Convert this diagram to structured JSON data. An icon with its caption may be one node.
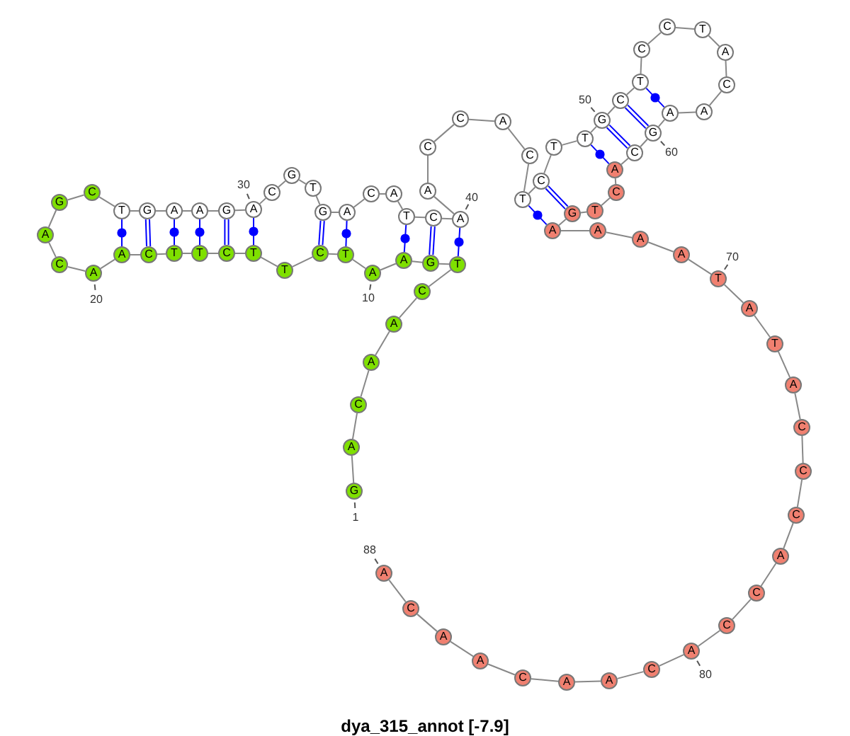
{
  "diagram": {
    "caption": "dya_315_annot [-7.9]",
    "nodes": [
      {
        "text": [
          "G"
        ],
        "beside": [
          "1"
        ]
      },
      {
        "text": [
          "A"
        ]
      },
      {
        "text": [
          "C"
        ]
      },
      {
        "text": [
          "A"
        ]
      },
      {
        "text": [
          "A"
        ]
      },
      {
        "text": [
          "C"
        ]
      },
      {
        "text": [
          "T"
        ]
      },
      {
        "text": [
          "G"
        ]
      },
      {
        "text": [
          "A"
        ]
      },
      {
        "text": [
          "A"
        ],
        "beside": [
          "10"
        ]
      },
      {
        "text": [
          "T"
        ]
      },
      {
        "text": [
          "C"
        ]
      },
      {
        "text": [
          "T"
        ]
      },
      {
        "text": [
          "T"
        ]
      },
      {
        "text": [
          "C"
        ]
      },
      {
        "text": [
          "T"
        ]
      },
      {
        "text": [
          "T"
        ]
      },
      {
        "text": [
          "C"
        ]
      },
      {
        "text": [
          "A"
        ]
      },
      {
        "text": [
          "A"
        ],
        "beside": [
          "20"
        ]
      },
      {
        "text": [
          "C"
        ]
      },
      {
        "text": [
          "A"
        ]
      },
      {
        "text": [
          "G"
        ]
      },
      {
        "text": [
          "C"
        ]
      },
      {
        "text": [
          "T"
        ]
      },
      {
        "text": [
          "G"
        ]
      },
      {
        "text": [
          "A"
        ]
      },
      {
        "text": [
          "A"
        ]
      },
      {
        "text": [
          "G"
        ]
      },
      {
        "text": [
          "A"
        ],
        "beside": [
          "30"
        ]
      },
      {
        "text": [
          "C"
        ]
      },
      {
        "text": [
          "G"
        ]
      },
      {
        "text": [
          "T"
        ]
      },
      {
        "text": [
          "G"
        ]
      },
      {
        "text": [
          "A"
        ]
      },
      {
        "text": [
          "C"
        ]
      },
      {
        "text": [
          "A"
        ]
      },
      {
        "text": [
          "T"
        ]
      },
      {
        "text": [
          "C"
        ]
      },
      {
        "text": [
          "A"
        ],
        "beside": [
          "40"
        ]
      },
      {
        "text": [
          "A"
        ]
      },
      {
        "text": [
          "C"
        ]
      },
      {
        "text": [
          "C"
        ]
      },
      {
        "text": [
          "A"
        ]
      },
      {
        "text": [
          "C"
        ]
      },
      {
        "text": [
          "T"
        ]
      },
      {
        "text": [
          "C"
        ]
      },
      {
        "text": [
          "T"
        ]
      },
      {
        "text": [
          "T"
        ]
      },
      {
        "text": [
          "G"
        ],
        "beside": [
          "50"
        ]
      },
      {
        "text": [
          "C"
        ]
      },
      {
        "text": [
          "T"
        ]
      },
      {
        "text": [
          "C"
        ]
      },
      {
        "text": [
          "C"
        ]
      },
      {
        "text": [
          "T"
        ]
      },
      {
        "text": [
          "A"
        ]
      },
      {
        "text": [
          "C"
        ]
      },
      {
        "text": [
          "A"
        ]
      },
      {
        "text": [
          "A"
        ]
      },
      {
        "text": [
          "G"
        ],
        "beside": [
          "60"
        ]
      },
      {
        "text": [
          "C"
        ]
      },
      {
        "text": [
          "A"
        ]
      },
      {
        "text": [
          "C"
        ]
      },
      {
        "text": [
          "T"
        ]
      },
      {
        "text": [
          "G"
        ]
      },
      {
        "text": [
          "A"
        ]
      },
      {
        "text": [
          "A"
        ]
      },
      {
        "text": [
          "A"
        ]
      },
      {
        "text": [
          "A"
        ]
      },
      {
        "text": [
          "T"
        ],
        "beside": [
          "70"
        ]
      },
      {
        "text": [
          "A"
        ]
      },
      {
        "text": [
          "T"
        ]
      },
      {
        "text": [
          "A"
        ]
      },
      {
        "text": [
          "C"
        ]
      },
      {
        "text": [
          "C"
        ]
      },
      {
        "text": [
          "C"
        ]
      },
      {
        "text": [
          "A"
        ]
      },
      {
        "text": [
          "C"
        ]
      },
      {
        "text": [
          "C"
        ]
      },
      {
        "text": [
          "A"
        ],
        "beside": [
          "80"
        ]
      },
      {
        "text": [
          "C"
        ]
      },
      {
        "text": [
          "A"
        ]
      },
      {
        "text": [
          "A"
        ]
      },
      {
        "text": [
          "C"
        ]
      },
      {
        "text": [
          "A"
        ]
      },
      {
        "text": [
          "A"
        ]
      },
      {
        "text": [
          "C"
        ]
      },
      {
        "text": [
          "A"
        ],
        "beside": [
          "88"
        ]
      }
    ],
    "edges": [
      {
        "from": 0,
        "to": 1,
        "arrow": "none"
      },
      {
        "from": 1,
        "to": 2,
        "arrow": "none"
      },
      {
        "from": 2,
        "to": 3,
        "arrow": "none"
      },
      {
        "from": 3,
        "to": 4,
        "arrow": "none"
      },
      {
        "from": 4,
        "to": 5,
        "arrow": "none"
      },
      {
        "from": 5,
        "to": 6,
        "arrow": "none"
      },
      {
        "from": 6,
        "to": 7,
        "arrow": "none"
      },
      {
        "from": 7,
        "to": 8,
        "arrow": "none"
      },
      {
        "from": 8,
        "to": 9,
        "arrow": "none"
      },
      {
        "from": 9,
        "to": 10,
        "arrow": "none"
      },
      {
        "from": 10,
        "to": 11,
        "arrow": "none"
      },
      {
        "from": 11,
        "to": 12,
        "arrow": "none"
      },
      {
        "from": 12,
        "to": 13,
        "arrow": "none"
      },
      {
        "from": 13,
        "to": 14,
        "arrow": "none"
      },
      {
        "from": 14,
        "to": 15,
        "arrow": "none"
      },
      {
        "from": 15,
        "to": 16,
        "arrow": "none"
      },
      {
        "from": 16,
        "to": 17,
        "arrow": "none"
      },
      {
        "from": 17,
        "to": 18,
        "arrow": "none"
      },
      {
        "from": 18,
        "to": 19,
        "arrow": "none"
      },
      {
        "from": 19,
        "to": 20,
        "arrow": "none"
      },
      {
        "from": 20,
        "to": 21,
        "arrow": "none"
      },
      {
        "from": 21,
        "to": 22,
        "arrow": "none"
      },
      {
        "from": 22,
        "to": 23,
        "arrow": "none"
      },
      {
        "from": 23,
        "to": 24,
        "arrow": "none"
      },
      {
        "from": 24,
        "to": 25,
        "arrow": "none"
      },
      {
        "from": 25,
        "to": 26,
        "arrow": "none"
      },
      {
        "from": 26,
        "to": 27,
        "arrow": "none"
      },
      {
        "from": 27,
        "to": 28,
        "arrow": "none"
      },
      {
        "from": 28,
        "to": 29,
        "arrow": "none"
      },
      {
        "from": 29,
        "to": 30,
        "arrow": "none"
      },
      {
        "from": 30,
        "to": 31,
        "arrow": "none"
      },
      {
        "from": 31,
        "to": 32,
        "arrow": "none"
      },
      {
        "from": 32,
        "to": 33,
        "arrow": "none"
      },
      {
        "from": 33,
        "to": 34,
        "arrow": "none"
      },
      {
        "from": 34,
        "to": 35,
        "arrow": "none"
      },
      {
        "from": 35,
        "to": 36,
        "arrow": "none"
      },
      {
        "from": 36,
        "to": 37,
        "arrow": "none"
      },
      {
        "from": 37,
        "to": 38,
        "arrow": "none"
      },
      {
        "from": 38,
        "to": 39,
        "arrow": "none"
      },
      {
        "from": 39,
        "to": 40,
        "arrow": "none"
      },
      {
        "from": 40,
        "to": 41,
        "arrow": "none"
      },
      {
        "from": 41,
        "to": 42,
        "arrow": "none"
      },
      {
        "from": 42,
        "to": 43,
        "arrow": "none"
      },
      {
        "from": 43,
        "to": 44,
        "arrow": "none"
      },
      {
        "from": 44,
        "to": 45,
        "arrow": "none"
      },
      {
        "from": 45,
        "to": 46,
        "arrow": "none"
      },
      {
        "from": 46,
        "to": 47,
        "arrow": "none"
      },
      {
        "from": 47,
        "to": 48,
        "arrow": "none"
      },
      {
        "from": 48,
        "to": 49,
        "arrow": "none"
      },
      {
        "from": 49,
        "to": 50,
        "arrow": "none"
      },
      {
        "from": 50,
        "to": 51,
        "arrow": "none"
      },
      {
        "from": 51,
        "to": 52,
        "arrow": "none"
      },
      {
        "from": 52,
        "to": 53,
        "arrow": "none"
      },
      {
        "from": 53,
        "to": 54,
        "arrow": "none"
      },
      {
        "from": 54,
        "to": 55,
        "arrow": "none"
      },
      {
        "from": 55,
        "to": 56,
        "arrow": "none"
      },
      {
        "from": 56,
        "to": 57,
        "arrow": "none"
      },
      {
        "from": 57,
        "to": 58,
        "arrow": "none"
      },
      {
        "from": 58,
        "to": 59,
        "arrow": "none"
      },
      {
        "from": 59,
        "to": 60,
        "arrow": "none"
      },
      {
        "from": 60,
        "to": 61,
        "arrow": "none"
      },
      {
        "from": 61,
        "to": 62,
        "arrow": "none"
      },
      {
        "from": 62,
        "to": 63,
        "arrow": "none"
      },
      {
        "from": 63,
        "to": 64,
        "arrow": "none"
      },
      {
        "from": 64,
        "to": 65,
        "arrow": "none"
      },
      {
        "from": 65,
        "to": 66,
        "arrow": "none"
      },
      {
        "from": 66,
        "to": 67,
        "arrow": "none"
      },
      {
        "from": 67,
        "to": 68,
        "arrow": "none"
      },
      {
        "from": 68,
        "to": 69,
        "arrow": "none"
      },
      {
        "from": 69,
        "to": 70,
        "arrow": "none"
      },
      {
        "from": 70,
        "to": 71,
        "arrow": "none"
      },
      {
        "from": 71,
        "to": 72,
        "arrow": "none"
      },
      {
        "from": 72,
        "to": 73,
        "arrow": "none"
      },
      {
        "from": 73,
        "to": 74,
        "arrow": "none"
      },
      {
        "from": 74,
        "to": 75,
        "arrow": "none"
      },
      {
        "from": 75,
        "to": 76,
        "arrow": "none"
      },
      {
        "from": 76,
        "to": 77,
        "arrow": "none"
      },
      {
        "from": 77,
        "to": 78,
        "arrow": "none"
      },
      {
        "from": 78,
        "to": 79,
        "arrow": "none"
      },
      {
        "from": 79,
        "to": 80,
        "arrow": "none"
      },
      {
        "from": 80,
        "to": 81,
        "arrow": "none"
      },
      {
        "from": 81,
        "to": 82,
        "arrow": "none"
      },
      {
        "from": 82,
        "to": 83,
        "arrow": "none"
      },
      {
        "from": 83,
        "to": 84,
        "arrow": "none"
      },
      {
        "from": 84,
        "to": 85,
        "arrow": "none"
      },
      {
        "from": 85,
        "to": 86,
        "arrow": "none"
      },
      {
        "from": 86,
        "to": 87,
        "arrow": "none"
      },
      {
        "from": 18,
        "to": 24,
        "arrow": "none",
        "color": "#0000ff"
      },
      {
        "from": 17,
        "to": 25,
        "arrow": "none",
        "color": "#0000ff"
      },
      {
        "from": 16,
        "to": 26,
        "arrow": "none",
        "color": "#0000ff"
      },
      {
        "from": 15,
        "to": 27,
        "arrow": "none",
        "color": "#0000ff"
      },
      {
        "from": 14,
        "to": 28,
        "arrow": "none",
        "color": "#0000ff"
      },
      {
        "from": 13,
        "to": 29,
        "arrow": "none",
        "color": "#0000ff"
      },
      {
        "from": 11,
        "to": 33,
        "arrow": "none",
        "color": "#0000ff"
      },
      {
        "from": 10,
        "to": 34,
        "arrow": "none",
        "color": "#0000ff"
      },
      {
        "from": 8,
        "to": 37,
        "arrow": "none",
        "color": "#0000ff"
      },
      {
        "from": 7,
        "to": 38,
        "arrow": "none",
        "color": "#0000ff"
      },
      {
        "from": 6,
        "to": 39,
        "arrow": "none",
        "color": "#0000ff"
      },
      {
        "from": 45,
        "to": 65,
        "arrow": "none",
        "color": "#0000ff"
      },
      {
        "from": 46,
        "to": 64,
        "arrow": "none",
        "color": "#0000ff"
      },
      {
        "from": 48,
        "to": 61,
        "arrow": "none",
        "color": "#0000ff"
      },
      {
        "from": 49,
        "to": 60,
        "arrow": "none",
        "color": "#0000ff"
      },
      {
        "from": 50,
        "to": 59,
        "arrow": "none",
        "color": "#0000ff"
      },
      {
        "from": 51,
        "to": 58,
        "arrow": "none",
        "color": "#0000ff"
      }
    ]
  }
}
